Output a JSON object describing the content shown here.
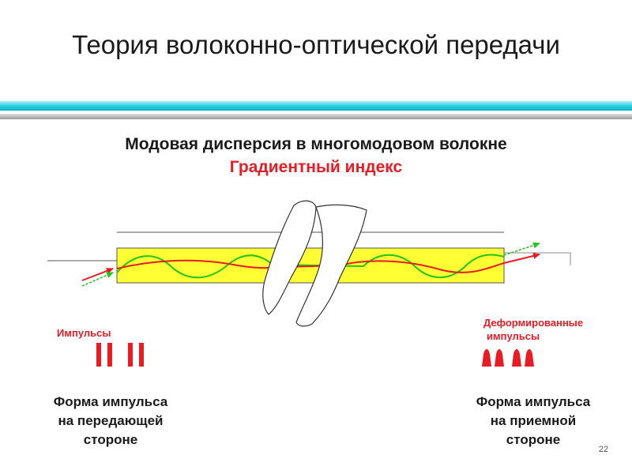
{
  "title": "Теория волоконно-оптической передачи",
  "subtitle": {
    "line1": "Модовая дисперсия в многомодовом волокне",
    "line2": "Градиентный индекс"
  },
  "labels": {
    "pulses_tx": "Импульсы",
    "pulses_rx_line1": "Деформированные",
    "pulses_rx_line2": "импульсы"
  },
  "captions": {
    "tx": [
      "Форма импульса",
      "на передающей",
      "стороне"
    ],
    "rx": [
      "Форма импульса",
      "на приемной",
      "стороне"
    ]
  },
  "page_number": "22",
  "colors": {
    "accent_red": "#e81c24",
    "core_yellow": "#ffff33",
    "ray_green": "#22c41c",
    "header_cyan": "#2ad1e0"
  }
}
